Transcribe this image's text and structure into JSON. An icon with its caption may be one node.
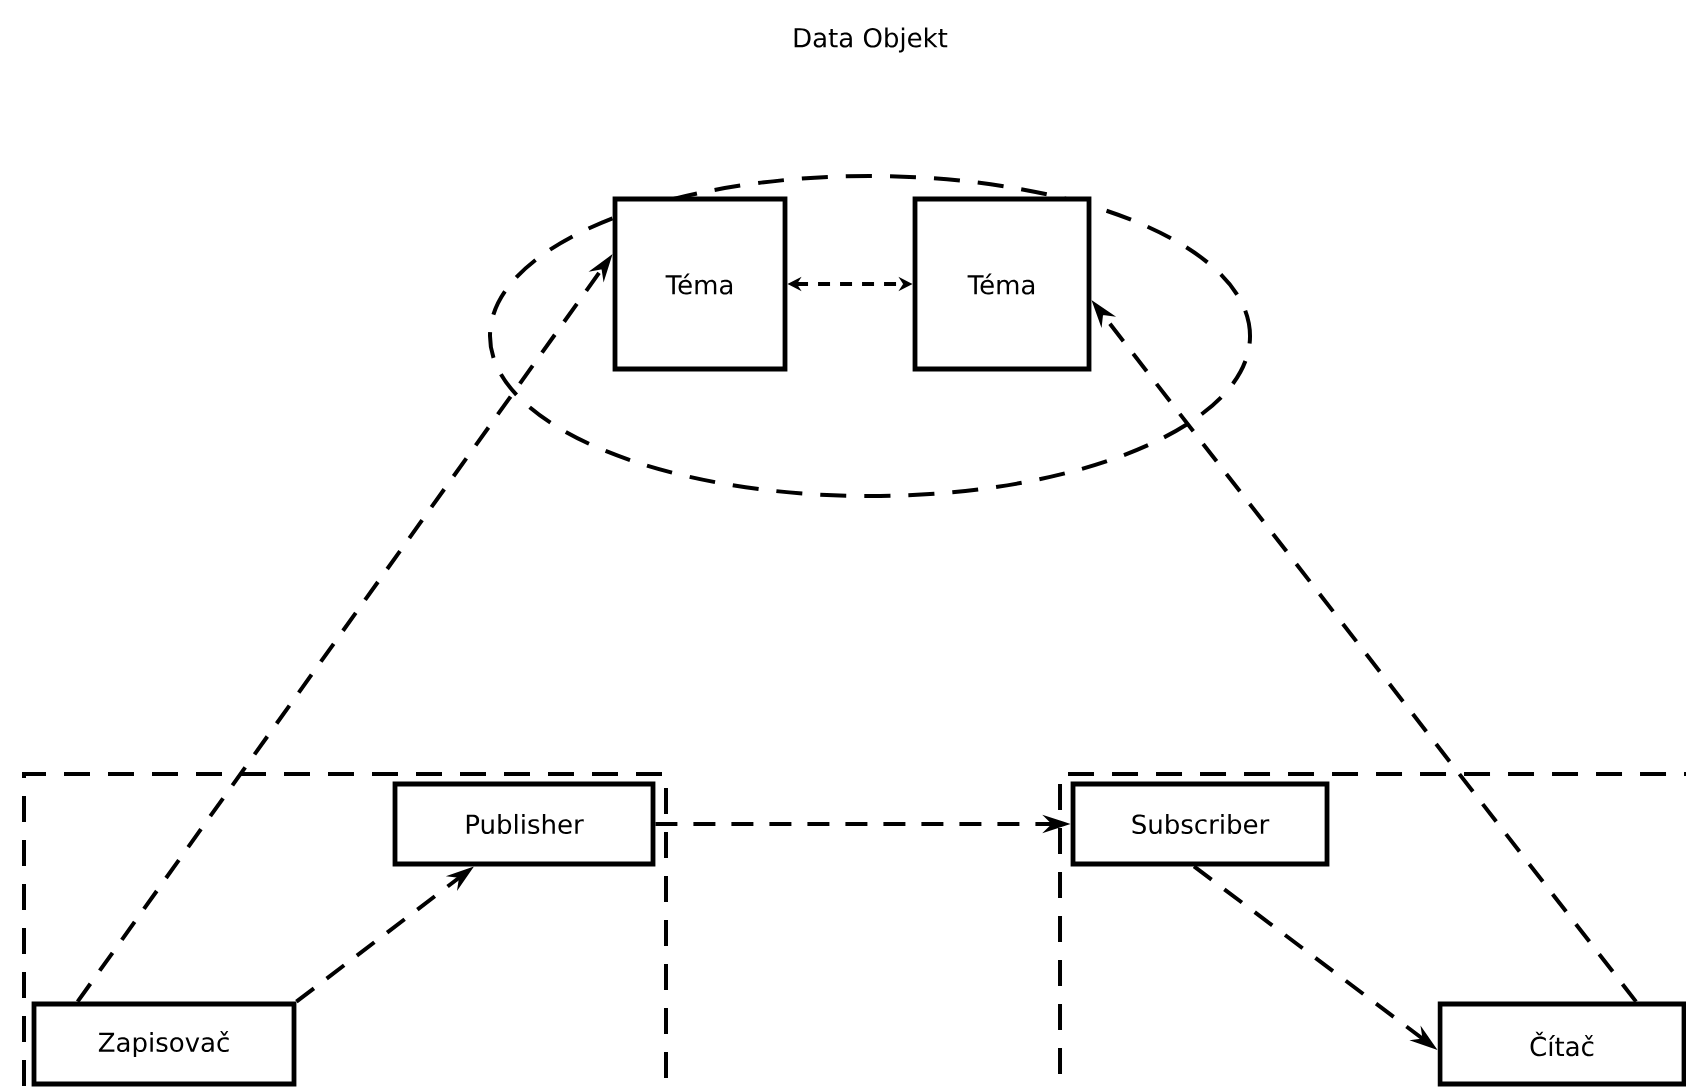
{
  "diagram": {
    "nodes": [
      {
        "text": [],
        "shape": "ellipse"
      },
      {
        "text": [
          "Téma"
        ],
        "in": 0
      },
      {
        "text": [
          "Téma"
        ],
        "in": 0
      },
      {
        "text": [],
        "shape": "box"
      },
      {
        "text": [
          "Publisher"
        ],
        "in": 3
      },
      {
        "text": [
          "Zapisovač"
        ],
        "in": 3
      },
      {
        "text": [],
        "shape": "box"
      },
      {
        "text": [
          "Subscriber"
        ],
        "in": 6
      },
      {
        "text": [
          "Čítač"
        ],
        "in": 6
      }
    ],
    "edges": [
      {
        "from": 1,
        "to": 2,
        "arrow": "both",
        "style": "dashed"
      },
      {
        "from": 5,
        "to": 1,
        "arrow": "to",
        "style": "dashed"
      },
      {
        "from": 5,
        "to": 4,
        "arrow": "to",
        "style": "dashed"
      },
      {
        "from": 4,
        "to": 7,
        "arrow": "to",
        "style": "dashed"
      },
      {
        "from": 7,
        "to": 8,
        "arrow": "to",
        "style": "dashed"
      },
      {
        "from": 8,
        "to": 2,
        "arrow": "to",
        "style": "dashed"
      }
    ],
    "labels": [
      "Data Objekt"
    ]
  }
}
